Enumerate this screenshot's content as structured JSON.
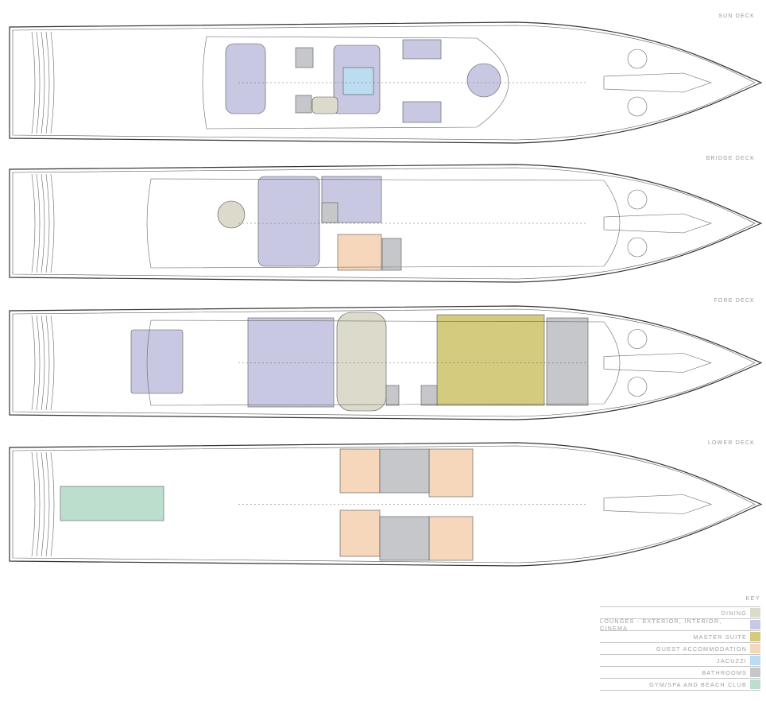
{
  "decks": [
    {
      "name": "SUN DECK"
    },
    {
      "name": "BRIDGE DECK"
    },
    {
      "name": "FORE DECK"
    },
    {
      "name": "LOWER DECK"
    }
  ],
  "key": {
    "title": "KEY",
    "items": [
      {
        "label": "DINING",
        "color": "#dcdacb"
      },
      {
        "label": "LOUNGES - EXTERIOR, INTERIOR, CINEMA",
        "color": "#c8c8e2"
      },
      {
        "label": "MASTER SUITE",
        "color": "#d4cb7e"
      },
      {
        "label": "GUEST ACCOMMODATION",
        "color": "#f6d7bb"
      },
      {
        "label": "JACUZZI",
        "color": "#bcdcf2"
      },
      {
        "label": "BATHROOMS",
        "color": "#c6c7ca"
      },
      {
        "label": "GYM/SPA AND BEACH CLUB",
        "color": "#bcdfcd"
      }
    ]
  }
}
